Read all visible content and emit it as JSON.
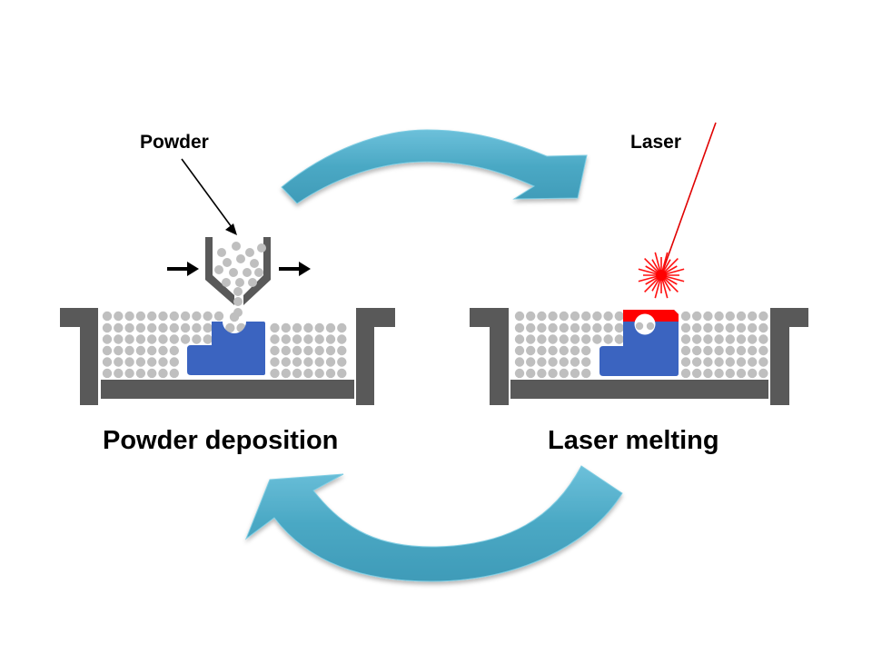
{
  "diagram": {
    "title": "Powder bed additive manufacturing cycle",
    "stages": [
      {
        "id": "deposition",
        "caption": "Powder deposition",
        "callout": "Powder"
      },
      {
        "id": "melting",
        "caption": "Laser melting",
        "callout": "Laser"
      }
    ],
    "cycle_arrows": [
      {
        "from": "deposition",
        "to": "melting",
        "direction": "clockwise-top"
      },
      {
        "from": "melting",
        "to": "deposition",
        "direction": "clockwise-bottom"
      }
    ],
    "colors": {
      "wall": "#595959",
      "powder": "#bfbfbf",
      "part": "#3b64c0",
      "melted": "#ff0000",
      "laser": "#e00000",
      "cycle_arrow": "#4aa8c4",
      "cycle_arrow_light": "#7fcde3",
      "cycle_arrow_dark": "#2f7e98",
      "text": "#000000"
    },
    "icons": [
      "hopper-icon",
      "motion-arrow-icon",
      "laser-burst-icon",
      "cycle-arrow-icon"
    ]
  }
}
